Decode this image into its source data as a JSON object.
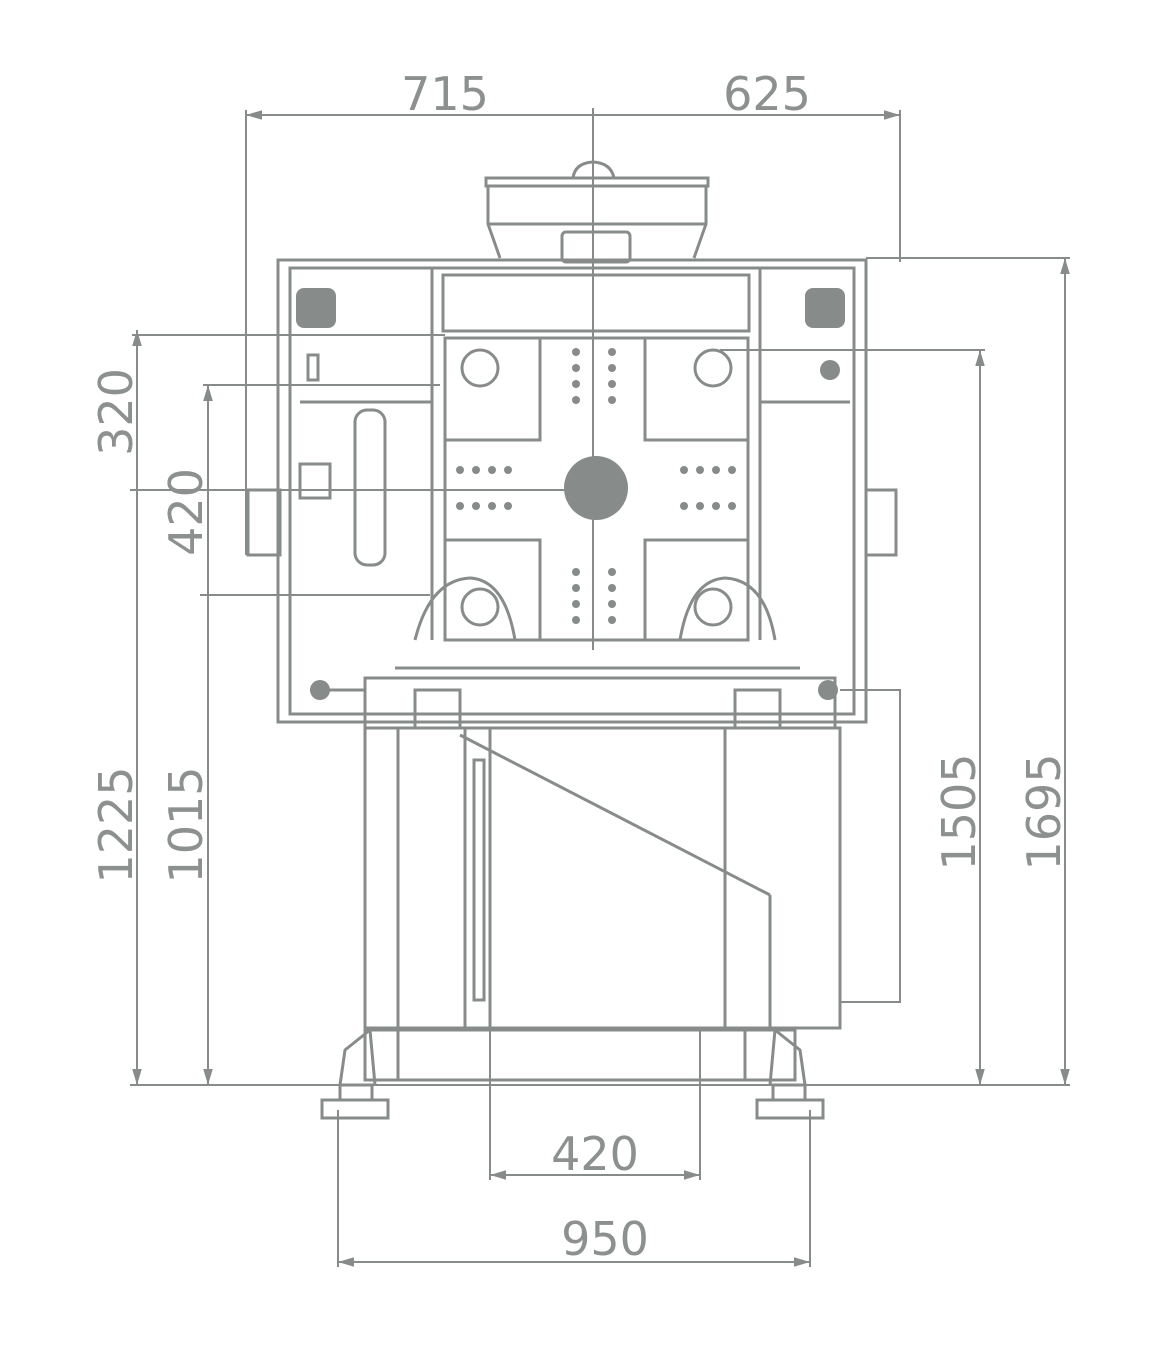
{
  "drawing": {
    "color": "#878c8a",
    "dimensions": {
      "top_left_width": "715",
      "top_right_width": "625",
      "left_upper_offset": "320",
      "left_inner_offset": "420",
      "left_outer_height": "1225",
      "left_inner_height": "1015",
      "right_inner_height": "1505",
      "right_outer_height": "1695",
      "bottom_inner_width": "420",
      "bottom_outer_width": "950"
    }
  }
}
